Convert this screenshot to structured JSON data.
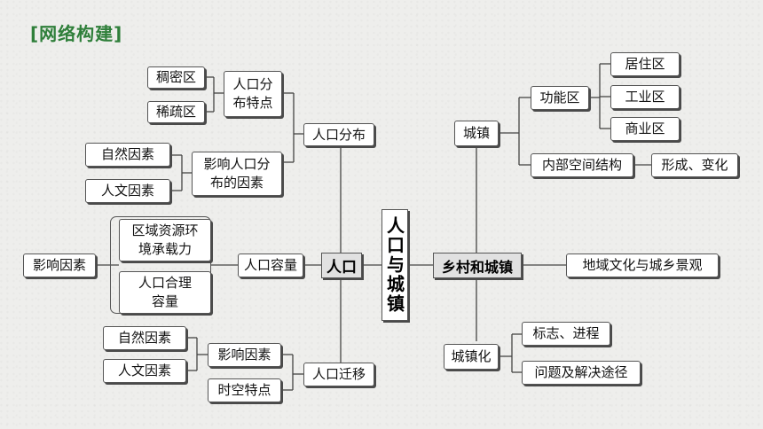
{
  "title": "[网络构建]",
  "center": "人口与城镇",
  "population": {
    "label": "人口",
    "distribution": {
      "label": "人口分布",
      "features": "人口分布特点",
      "dense": "稠密区",
      "sparse": "稀疏区",
      "factors": "影响人口分布的因素",
      "natural": "自然因素",
      "cultural": "人文因素"
    },
    "capacity": {
      "label": "人口容量",
      "factors": "影响因素",
      "env": "区域资源环境承载力",
      "reasonable": "人口合理容量"
    },
    "migration": {
      "label": "人口迁移",
      "factors": "影响因素",
      "natural": "自然因素",
      "cultural": "人文因素",
      "spacetime": "时空特点"
    }
  },
  "rural_urban": {
    "label": "乡村和城镇",
    "town": {
      "label": "城镇",
      "function_zone": "功能区",
      "residential": "居住区",
      "industrial": "工业区",
      "commercial": "商业区",
      "internal_structure": "内部空间结构",
      "formation": "形成、变化"
    },
    "culture": "地域文化与城乡景观",
    "urbanization": {
      "label": "城镇化",
      "signs": "标志、进程",
      "problems": "问题及解决途径"
    }
  }
}
